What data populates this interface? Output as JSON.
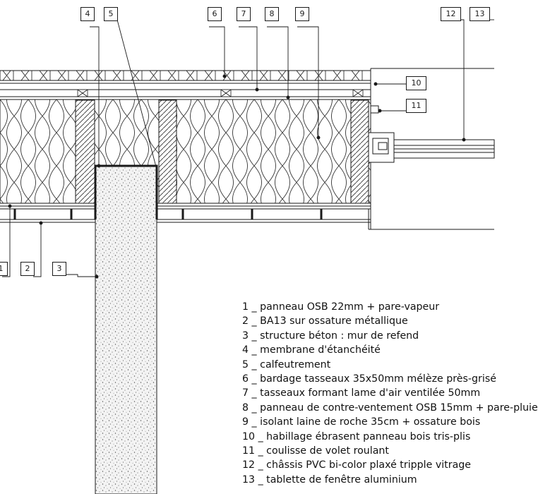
{
  "callouts": [
    "1",
    "2",
    "3",
    "4",
    "5",
    "6",
    "7",
    "8",
    "9",
    "10",
    "11",
    "12",
    "13"
  ],
  "legend": [
    "1 _ panneau OSB 22mm + pare-vapeur",
    "2 _ BA13 sur ossature métallique",
    "3 _ structure béton : mur de refend",
    "4 _ membrane d'étanchéité",
    "5 _ calfeutrement",
    "6 _ bardage tasseaux 35x50mm mélèze près-grisé",
    "7 _ tasseaux formant lame d'air ventilée 50mm",
    "8 _ panneau de contre-ventement OSB 15mm + pare-pluie",
    "9 _ isolant laine de roche 35cm + ossature bois",
    "10 _ habillage ébrasent panneau bois tris-plis",
    "11 _ coulisse de volet roulant",
    "12 _ châssis PVC bi-color plaxé tripple vitrage",
    "13 _ tablette de fenêtre aluminium"
  ],
  "colors": {
    "ink": "#1a1a1a",
    "paper": "#ffffff",
    "concrete": "#f3f3f3"
  }
}
